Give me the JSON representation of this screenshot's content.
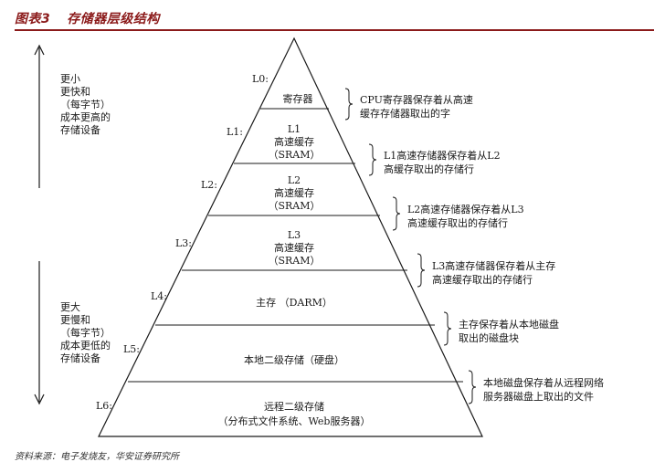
{
  "figure": {
    "number": "图表3",
    "title": "存储器层级结构"
  },
  "levels": [
    {
      "id": "L0:",
      "lines": [
        "寄存器"
      ]
    },
    {
      "id": "L1:",
      "lines": [
        "L1",
        "高速缓存",
        "（SRAM）"
      ]
    },
    {
      "id": "L2:",
      "lines": [
        "L2",
        "高速缓存",
        "（SRAM）"
      ]
    },
    {
      "id": "L3:",
      "lines": [
        "L3",
        "高速缓存",
        "（SRAM）"
      ]
    },
    {
      "id": "L4:",
      "lines": [
        "主存 （DARM）"
      ]
    },
    {
      "id": "L5:",
      "lines": [
        "本地二级存储（硬盘）"
      ]
    },
    {
      "id": "L6:",
      "lines": [
        "远程二级存储",
        "（分布式文件系统、Web服务器）"
      ]
    }
  ],
  "descriptions": [
    [
      "CPU寄存器保存着从高速",
      "缓存存储器取出的字"
    ],
    [
      "L1高速存储器保存着从L2",
      "高缓存取出的存储行"
    ],
    [
      "L2高速存储器保存着从L3",
      "高速缓存取出的存储行"
    ],
    [
      "L3高速存储器保存着从主存",
      "高速缓存取出的存储行"
    ],
    [
      "主存保存着从本地磁盘",
      "取出的磁盘块"
    ],
    [
      "本地磁盘保存着从远程网络",
      "服务器磁盘上取出的文件"
    ]
  ],
  "top_note": [
    "更小",
    "更快和",
    "（每字节）",
    "成本更高的",
    "存储设备"
  ],
  "bottom_note": [
    "更大",
    "更慢和",
    "（每字节）",
    "成本更低的",
    "存储设备"
  ],
  "source": "资料来源：电子发烧友，华安证券研究所"
}
